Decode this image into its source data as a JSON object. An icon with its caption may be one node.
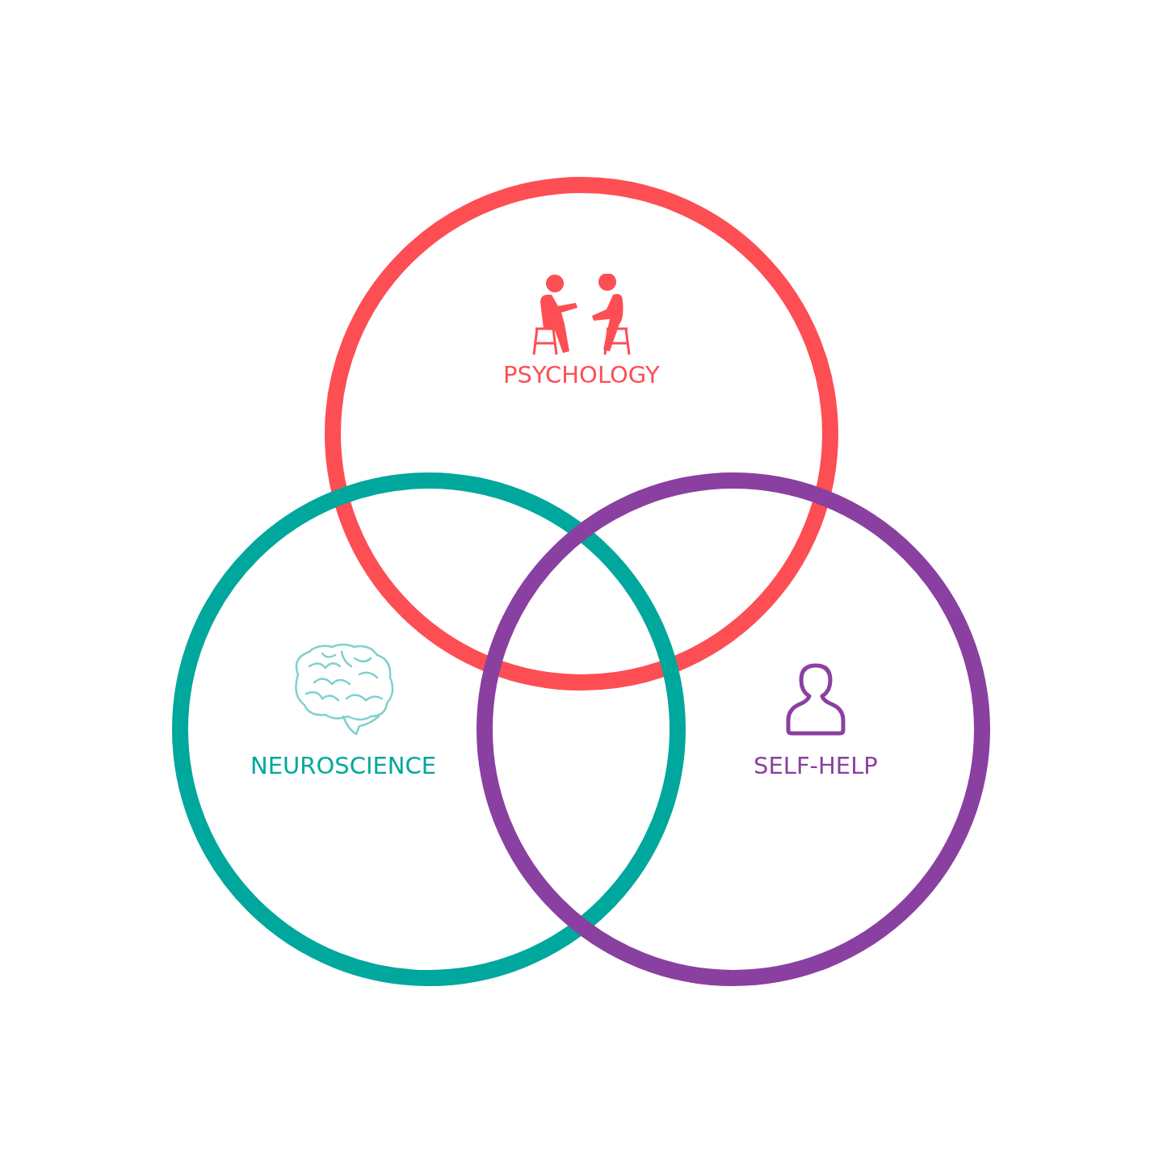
{
  "diagram": {
    "nodes": [
      {
        "text": [
          "PSYCHOLOGY"
        ]
      },
      {
        "text": [
          "NEUROSCIENCE"
        ]
      },
      {
        "text": [
          "SELF-HELP"
        ]
      }
    ]
  }
}
